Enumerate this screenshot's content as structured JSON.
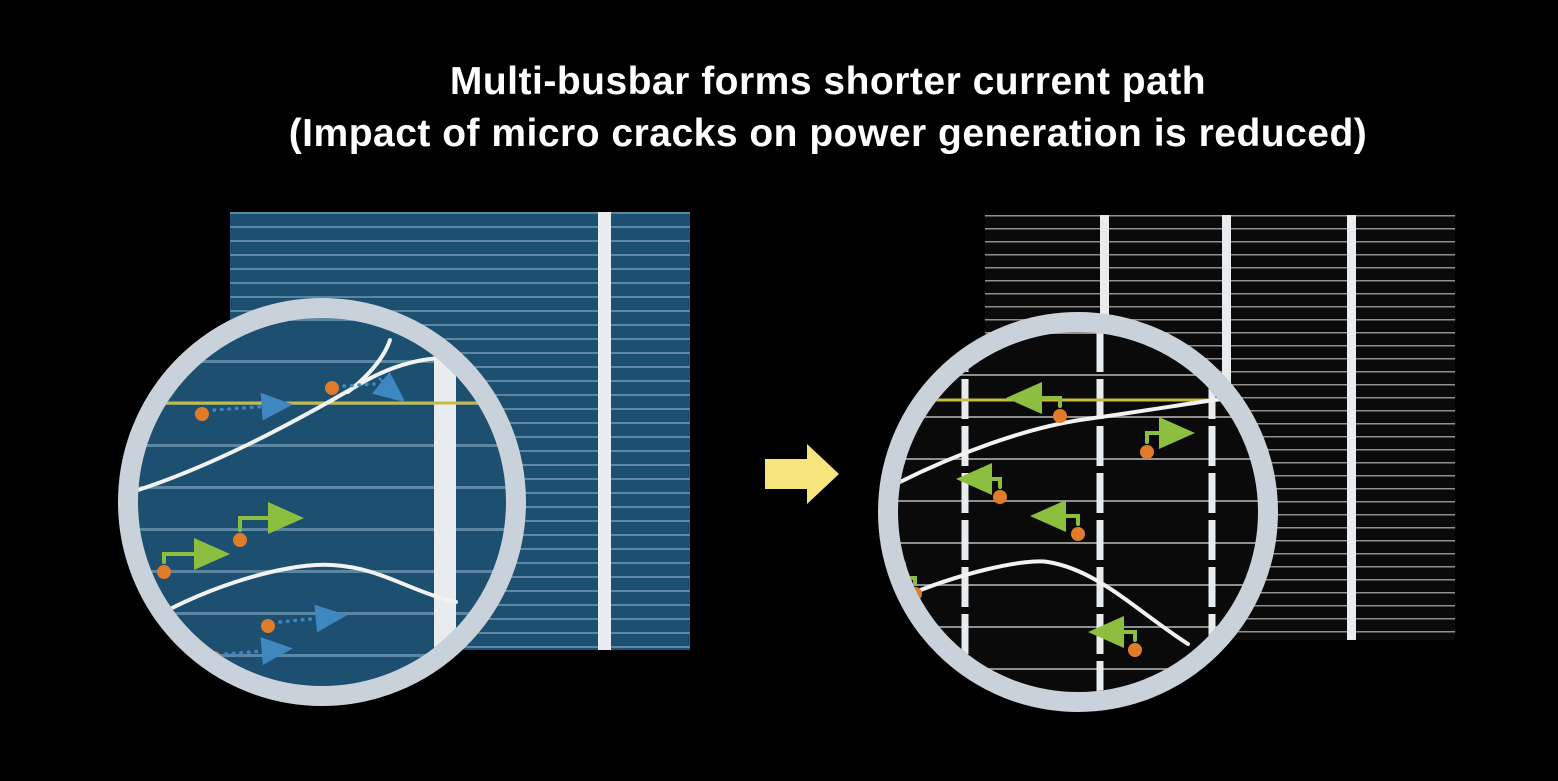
{
  "title": {
    "line1": "Multi-busbar forms shorter current path",
    "line2": "(Impact of micro cracks on power generation is reduced)"
  },
  "colors": {
    "background": "#000000",
    "title_text": "#ffffff",
    "cell_blue": "#1d4f70",
    "finger_blue": "#5b86a4",
    "cell_black": "#0a0a0a",
    "finger_gray": "#8f8f8f",
    "busbar_white": "#e8ecef",
    "ring_gray": "#c9d2da",
    "yellow_line": "#c4bc42",
    "crack_white": "#f2f2f2",
    "electron_orange": "#e07b2a",
    "path_blue": "#3f87c0",
    "path_green": "#8cbf3f",
    "arrow_yellow": "#f8e47d"
  },
  "icons": {
    "transition_arrow": "right-block-arrow",
    "left_lens": "magnifier-crack-long-path",
    "right_lens": "magnifier-crack-short-path"
  }
}
